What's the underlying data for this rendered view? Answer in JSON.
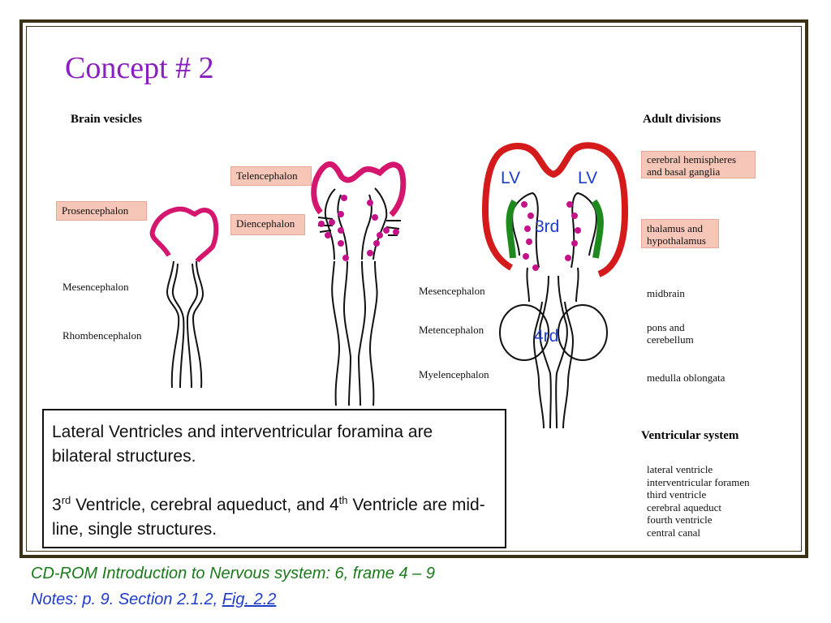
{
  "slide": {
    "title": "Concept # 2"
  },
  "headers": {
    "brain_vesicles": "Brain vesicles",
    "adult_divisions": "Adult divisions",
    "ventricular_system": "Ventricular system"
  },
  "stage1_labels": {
    "prosencephalon": "Prosencephalon",
    "mesencephalon": "Mesencephalon",
    "rhombencephalon": "Rhombencephalon"
  },
  "stage2_labels": {
    "telencephalon": "Telencephalon",
    "diencephalon": "Diencephalon"
  },
  "stage3_labels": {
    "mesencephalon": "Mesencephalon",
    "metencephalon": "Metencephalon",
    "myelencephalon": "Myelencephalon"
  },
  "ventricle_labels": {
    "lv_left": "LV",
    "lv_right": "LV",
    "third": "3rd",
    "fourth": "4rd"
  },
  "adult_divisions": {
    "cerebral_hemispheres": "cerebral hemispheres and basal ganglia",
    "thalamus": "thalamus and hypothalamus",
    "midbrain": "midbrain",
    "pons": "pons and cerebellum",
    "medulla": "medulla oblongata"
  },
  "ventricular_system": [
    "lateral ventricle",
    "interventricular foramen",
    "third ventricle",
    "cerebral aqueduct",
    "fourth ventricle",
    "central canal"
  ],
  "note": {
    "line1": "Lateral Ventricles and interventricular foramina are bilateral structures.",
    "line2_num1": "3",
    "line2_sup1": "rd",
    "line2_mid": " Ventricle, cerebral aqueduct, and 4",
    "line2_sup2": "th",
    "line2_end": " Ventricle are mid-line, single structures."
  },
  "footer": {
    "line1": "CD-ROM Introduction to Nervous system:  6, frame 4 – 9",
    "line2_prefix": "Notes: p. 9. Section 2.1.2, ",
    "line2_link": "Fig. 2.2"
  },
  "colors": {
    "title": "#8a1fbf",
    "frame": "#3a3217",
    "label_fill": "#f6c6b8",
    "telencephalon_wall": "#d4166e",
    "hemisphere_wall": "#d41a1a",
    "thalamus_wall": "#1e8a1e",
    "ventricle_text": "#1f3cc9",
    "footer_line1": "#1a7a1a",
    "footer_line2": "#1f3cc9"
  }
}
